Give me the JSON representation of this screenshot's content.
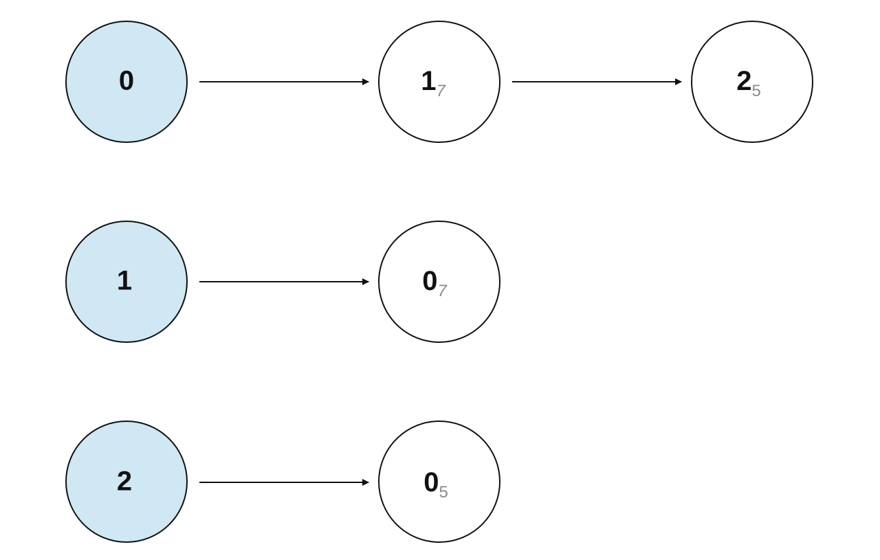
{
  "colors": {
    "head_fill": "#cfe8f3",
    "neighbor_fill": "#ffffff",
    "stroke": "#111111",
    "weight_text": "#8a8a8a"
  },
  "adjacency_list": [
    {
      "head": {
        "label": "0"
      },
      "neighbors": [
        {
          "label": "1",
          "weight": "7"
        },
        {
          "label": "2",
          "weight": "5"
        }
      ]
    },
    {
      "head": {
        "label": "1"
      },
      "neighbors": [
        {
          "label": "0",
          "weight": "7"
        }
      ]
    },
    {
      "head": {
        "label": "2"
      },
      "neighbors": [
        {
          "label": "0",
          "weight": "5"
        }
      ]
    }
  ]
}
